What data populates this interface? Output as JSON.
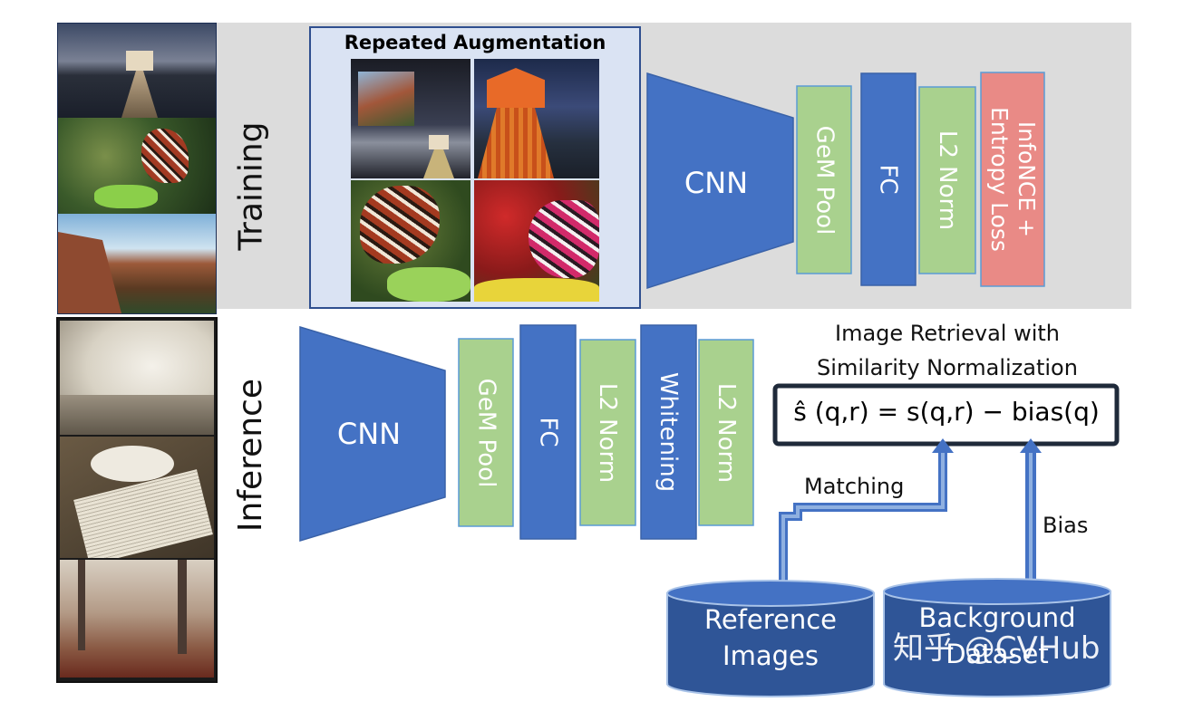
{
  "training": {
    "section_label": "Training",
    "augmentation_title": "Repeated Augmentation",
    "cnn_label": "CNN",
    "gem_label": "GeM Pool",
    "fc_label": "FC",
    "l2_label": "L2 Norm",
    "loss_label_line1": "InfoNCE +",
    "loss_label_line2": "Entropy Loss"
  },
  "inference": {
    "section_label": "Inference",
    "cnn_label": "CNN",
    "gem_label": "GeM Pool",
    "fc_label": "FC",
    "l2_label_1": "L2 Norm",
    "whitening_label": "Whitening",
    "l2_label_2": "L2 Norm"
  },
  "retrieval": {
    "title_line1": "Image Retrieval with",
    "title_line2": "Similarity Normalization",
    "formula": "ŝ (q,r) = s(q,r) − bias(q)",
    "matching_label": "Matching",
    "bias_label": "Bias",
    "reference_db_line1": "Reference",
    "reference_db_line2": "Images",
    "background_db_line1": "Background",
    "background_db_line2": "Dataset"
  },
  "watermark": "知乎 @CVHub",
  "colors": {
    "blue_block": "#4472c4",
    "green_block": "#a9d18e",
    "loss_block": "#e98a86",
    "training_bg": "#d9d9d9",
    "aug_panel_bg": "#dae3f3",
    "db_fill": "#2f5597"
  }
}
